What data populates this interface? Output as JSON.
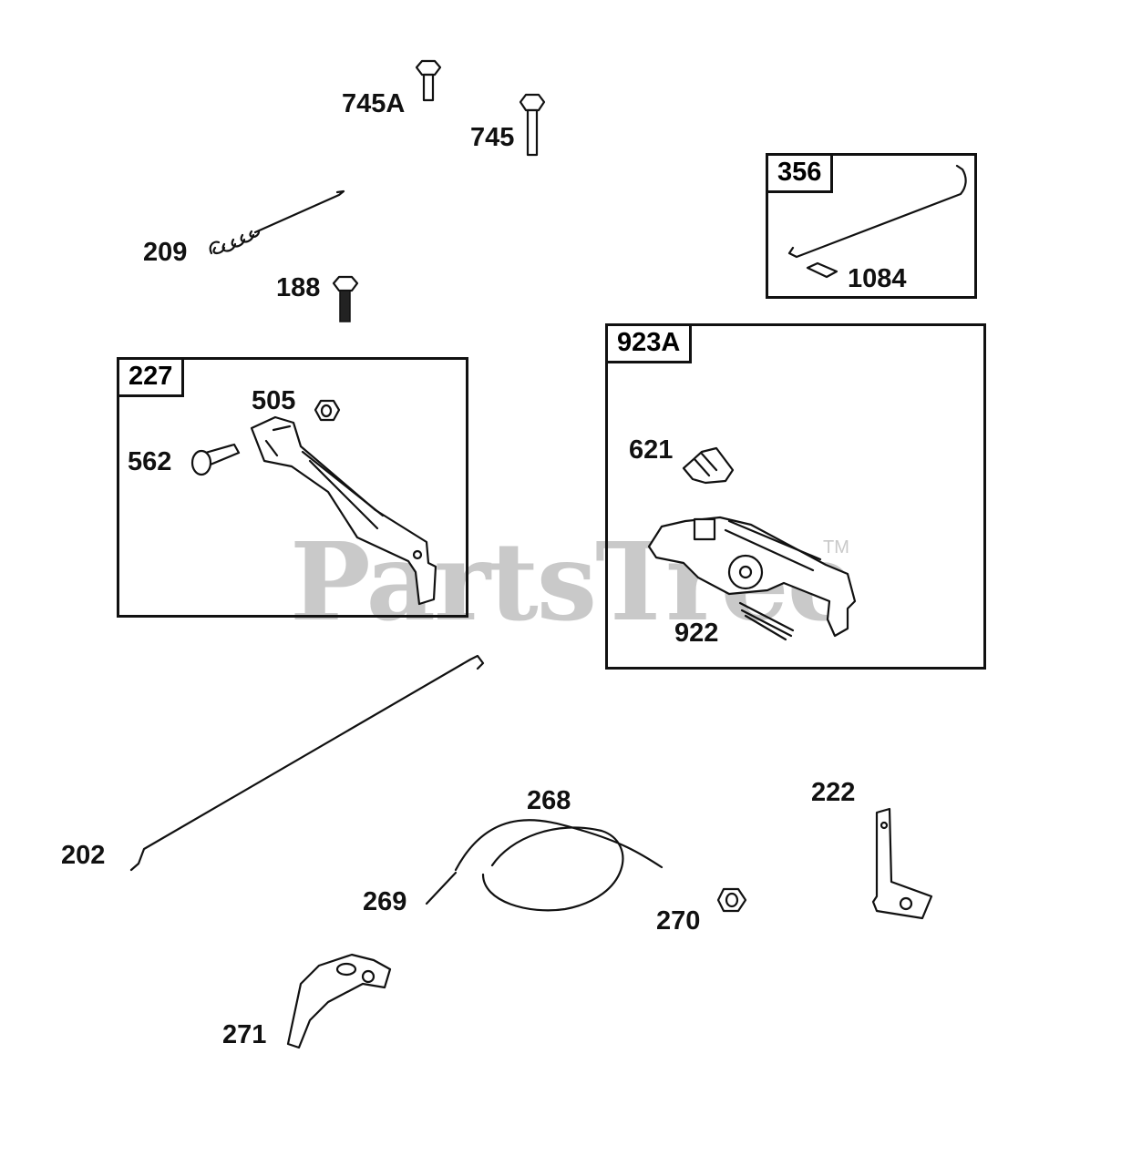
{
  "watermark": {
    "text": "PartsTree",
    "trademark": "TM"
  },
  "parts": {
    "p745A": "745A",
    "p745": "745",
    "p356": "356",
    "p1084": "1084",
    "p209": "209",
    "p188": "188",
    "p227": "227",
    "p505": "505",
    "p562": "562",
    "p923A": "923A",
    "p621": "621",
    "p922": "922",
    "p202": "202",
    "p268": "268",
    "p269": "269",
    "p270": "270",
    "p222": "222",
    "p271": "271"
  }
}
